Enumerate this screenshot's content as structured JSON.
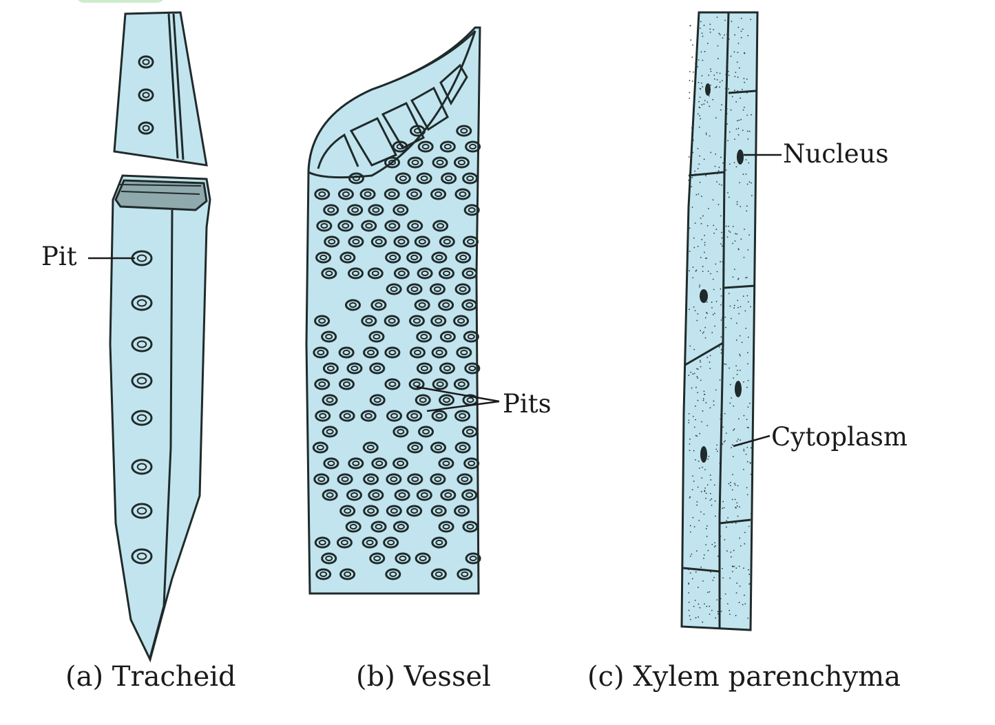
{
  "colors": {
    "cell_fill": "#c2e4ee",
    "outline": "#1f2a2a",
    "accent_bar": "#cdeccc"
  },
  "labels": {
    "pit": "Pit",
    "pits": "Pits",
    "nucleus": "Nucleus",
    "cytoplasm": "Cytoplasm"
  },
  "captions": {
    "tracheid": "(a) Tracheid",
    "vessel": "(b) Vessel",
    "xylem_parenchyma": "(c) Xylem parenchyma"
  }
}
